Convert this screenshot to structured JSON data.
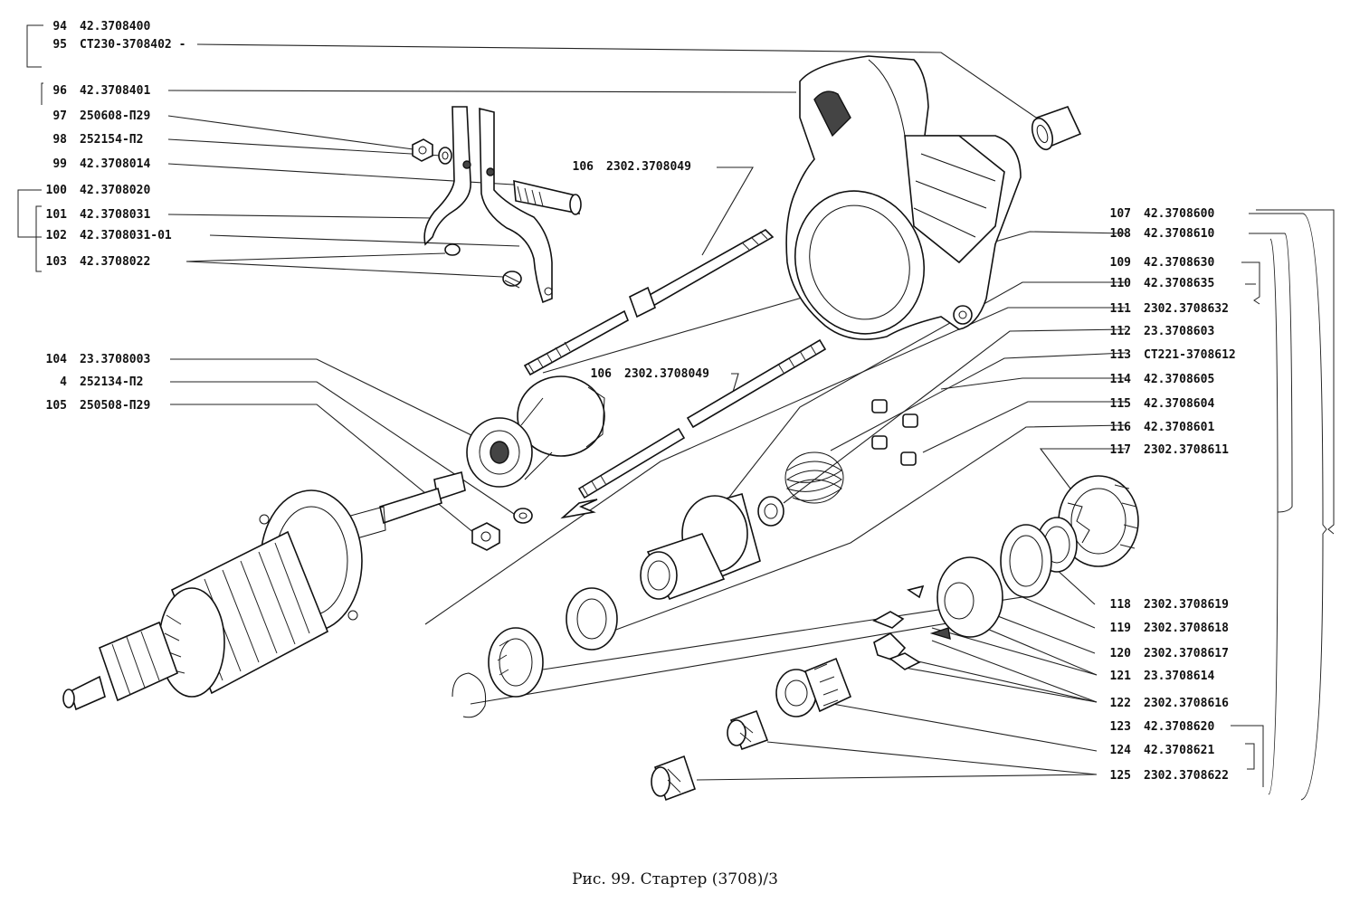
{
  "caption": "Рис. 99. Стартер (3708)/3",
  "labels_left": [
    {
      "num": "94",
      "code": "42.3708400"
    },
    {
      "num": "95",
      "code": "СТ230-3708402 -"
    },
    {
      "num": "96",
      "code": "42.3708401"
    },
    {
      "num": "97",
      "code": "250608-П29"
    },
    {
      "num": "98",
      "code": "252154-П2"
    },
    {
      "num": "99",
      "code": "42.3708014"
    },
    {
      "num": "100",
      "code": "42.3708020"
    },
    {
      "num": "101",
      "code": "42.3708031"
    },
    {
      "num": "102",
      "code": "42.3708031-01"
    },
    {
      "num": "103",
      "code": "42.3708022"
    },
    {
      "num": "104",
      "code": "23.3708003"
    },
    {
      "num": "4",
      "code": "252134-П2"
    },
    {
      "num": "105",
      "code": "250508-П29"
    }
  ],
  "labels_mid": [
    {
      "num": "106",
      "code": "2302.3708049"
    },
    {
      "num": "106",
      "code": "2302.3708049"
    }
  ],
  "labels_right": [
    {
      "num": "107",
      "code": "42.3708600"
    },
    {
      "num": "108",
      "code": "42.3708610"
    },
    {
      "num": "109",
      "code": "42.3708630"
    },
    {
      "num": "110",
      "code": "42.3708635"
    },
    {
      "num": "111",
      "code": "2302.3708632"
    },
    {
      "num": "112",
      "code": "23.3708603"
    },
    {
      "num": "113",
      "code": "СТ221-3708612"
    },
    {
      "num": "114",
      "code": "42.3708605"
    },
    {
      "num": "115",
      "code": "42.3708604"
    },
    {
      "num": "116",
      "code": "42.3708601"
    },
    {
      "num": "117",
      "code": "2302.3708611"
    },
    {
      "num": "118",
      "code": "2302.3708619"
    },
    {
      "num": "119",
      "code": "2302.3708618"
    },
    {
      "num": "120",
      "code": "2302.3708617"
    },
    {
      "num": "121",
      "code": "23.3708614"
    },
    {
      "num": "122",
      "code": "2302.3708616"
    },
    {
      "num": "123",
      "code": "42.3708620"
    },
    {
      "num": "124",
      "code": "42.3708621"
    },
    {
      "num": "125",
      "code": "2302.3708622"
    }
  ]
}
